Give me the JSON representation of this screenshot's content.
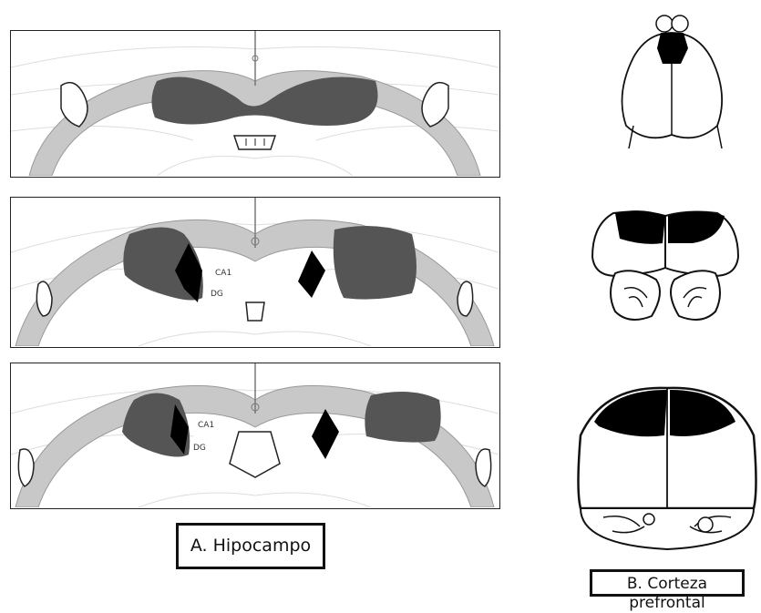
{
  "panels_a": [
    {
      "region_labels": []
    },
    {
      "region_labels": [
        "CA1",
        "DG"
      ]
    },
    {
      "region_labels": [
        "CA1",
        "DG"
      ]
    }
  ],
  "label_a": "A. Hipocampo",
  "label_b_line1": "B. Corteza",
  "label_b_line2": "prefrontal",
  "colors": {
    "lesion_dark": "#555555",
    "lesion_black": "#000000",
    "tissue_gray": "#c8c8c8",
    "outline": "#222222"
  }
}
